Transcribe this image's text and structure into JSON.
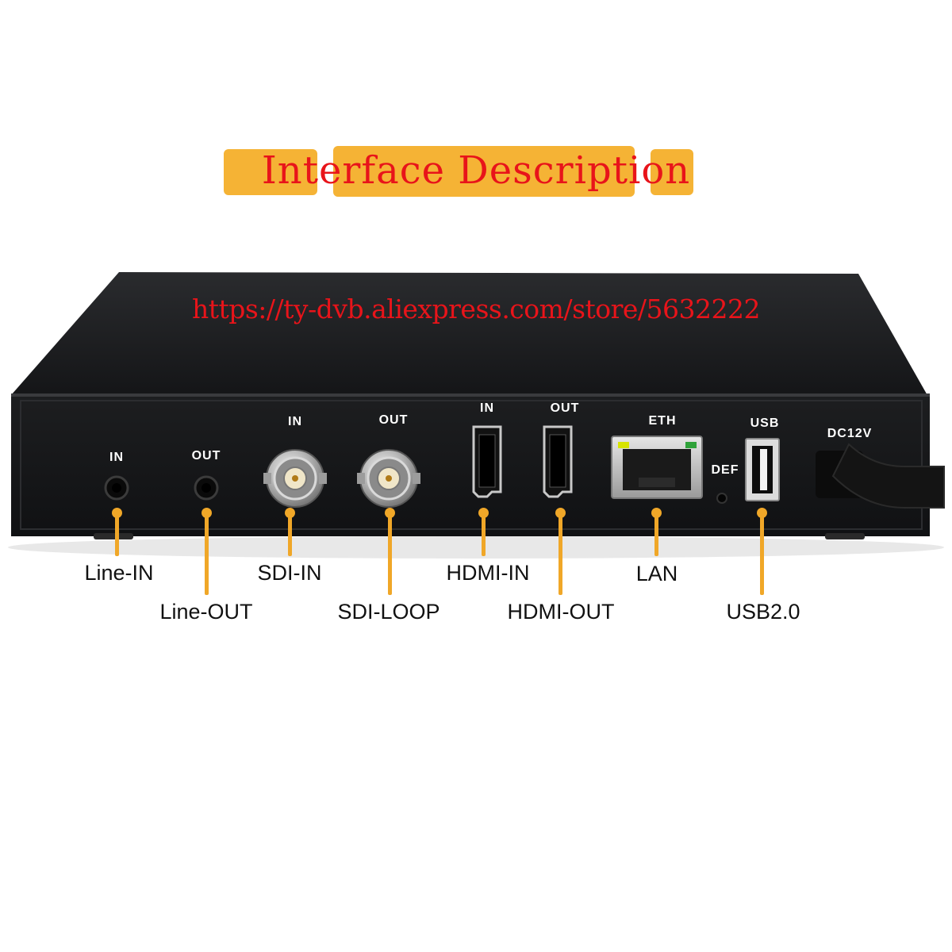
{
  "heading": {
    "text": "Interface Description"
  },
  "watermark": {
    "text": "https://ty-dvb.aliexpress.com/store/5632222"
  },
  "panel_labels": {
    "audio_in": "IN",
    "audio_out": "OUT",
    "sdi_in": "IN",
    "sdi_out": "OUT",
    "hdmi_in": "IN",
    "hdmi_out": "OUT",
    "eth": "ETH",
    "def": "DEF",
    "usb": "USB",
    "dc": "DC12V"
  },
  "port_callouts": {
    "line_in": "Line-IN",
    "line_out": "Line-OUT",
    "sdi_in": "SDI-IN",
    "sdi_loop": "SDI-LOOP",
    "hdmi_in": "HDMI-IN",
    "hdmi_out": "HDMI-OUT",
    "lan": "LAN",
    "usb": "USB2.0"
  },
  "colors": {
    "heading_text": "#e8141a",
    "heading_highlight": "#f5b335",
    "leader_lines": "#f0a728",
    "device_body": "#1c1d1f",
    "background": "#ffffff"
  }
}
